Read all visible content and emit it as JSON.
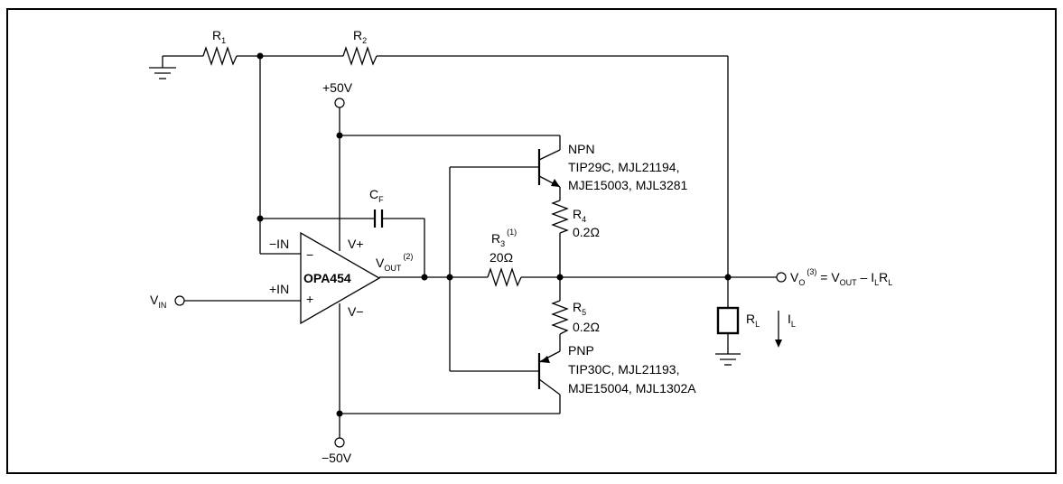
{
  "labels": {
    "r1": "R",
    "r1_sub": "1",
    "r2": "R",
    "r2_sub": "2",
    "cf": "C",
    "cf_sub": "F",
    "pos_supply": "+50V",
    "neg_supply": "−50V",
    "minus_in": "−IN",
    "plus_in": "+IN",
    "v_plus": "V+",
    "v_minus": "V−",
    "opamp_minus_sign": "−",
    "opamp_plus_sign": "+",
    "opamp_name": "OPA454",
    "vout": "V",
    "vout_sub": "OUT",
    "vout_sup": "(2)",
    "vin": "V",
    "vin_sub": "IN",
    "npn_title": "NPN",
    "npn_parts_line1": "TIP29C, MJL21194,",
    "npn_parts_line2": "MJE15003, MJL3281",
    "pnp_title": "PNP",
    "pnp_parts_line1": "TIP30C, MJL21193,",
    "pnp_parts_line2": "MJE15004, MJL1302A",
    "r4": "R",
    "r4_sub": "4",
    "r4_value": "0.2Ω",
    "r5": "R",
    "r5_sub": "5",
    "r5_value": "0.2Ω",
    "r3": "R",
    "r3_sub": "3",
    "r3_sup": "(1)",
    "r3_value": "20Ω",
    "rl": "R",
    "rl_sub": "L",
    "il": "I",
    "il_sub": "L",
    "vo": "V",
    "vo_sub": "O",
    "vo_sup": "(3)",
    "vo_eq_a": " = V",
    "vo_eq_sub_out": "OUT",
    "vo_eq_b": " – I",
    "vo_eq_sub_l1": "L",
    "vo_eq_c": "R",
    "vo_eq_sub_l2": "L"
  }
}
